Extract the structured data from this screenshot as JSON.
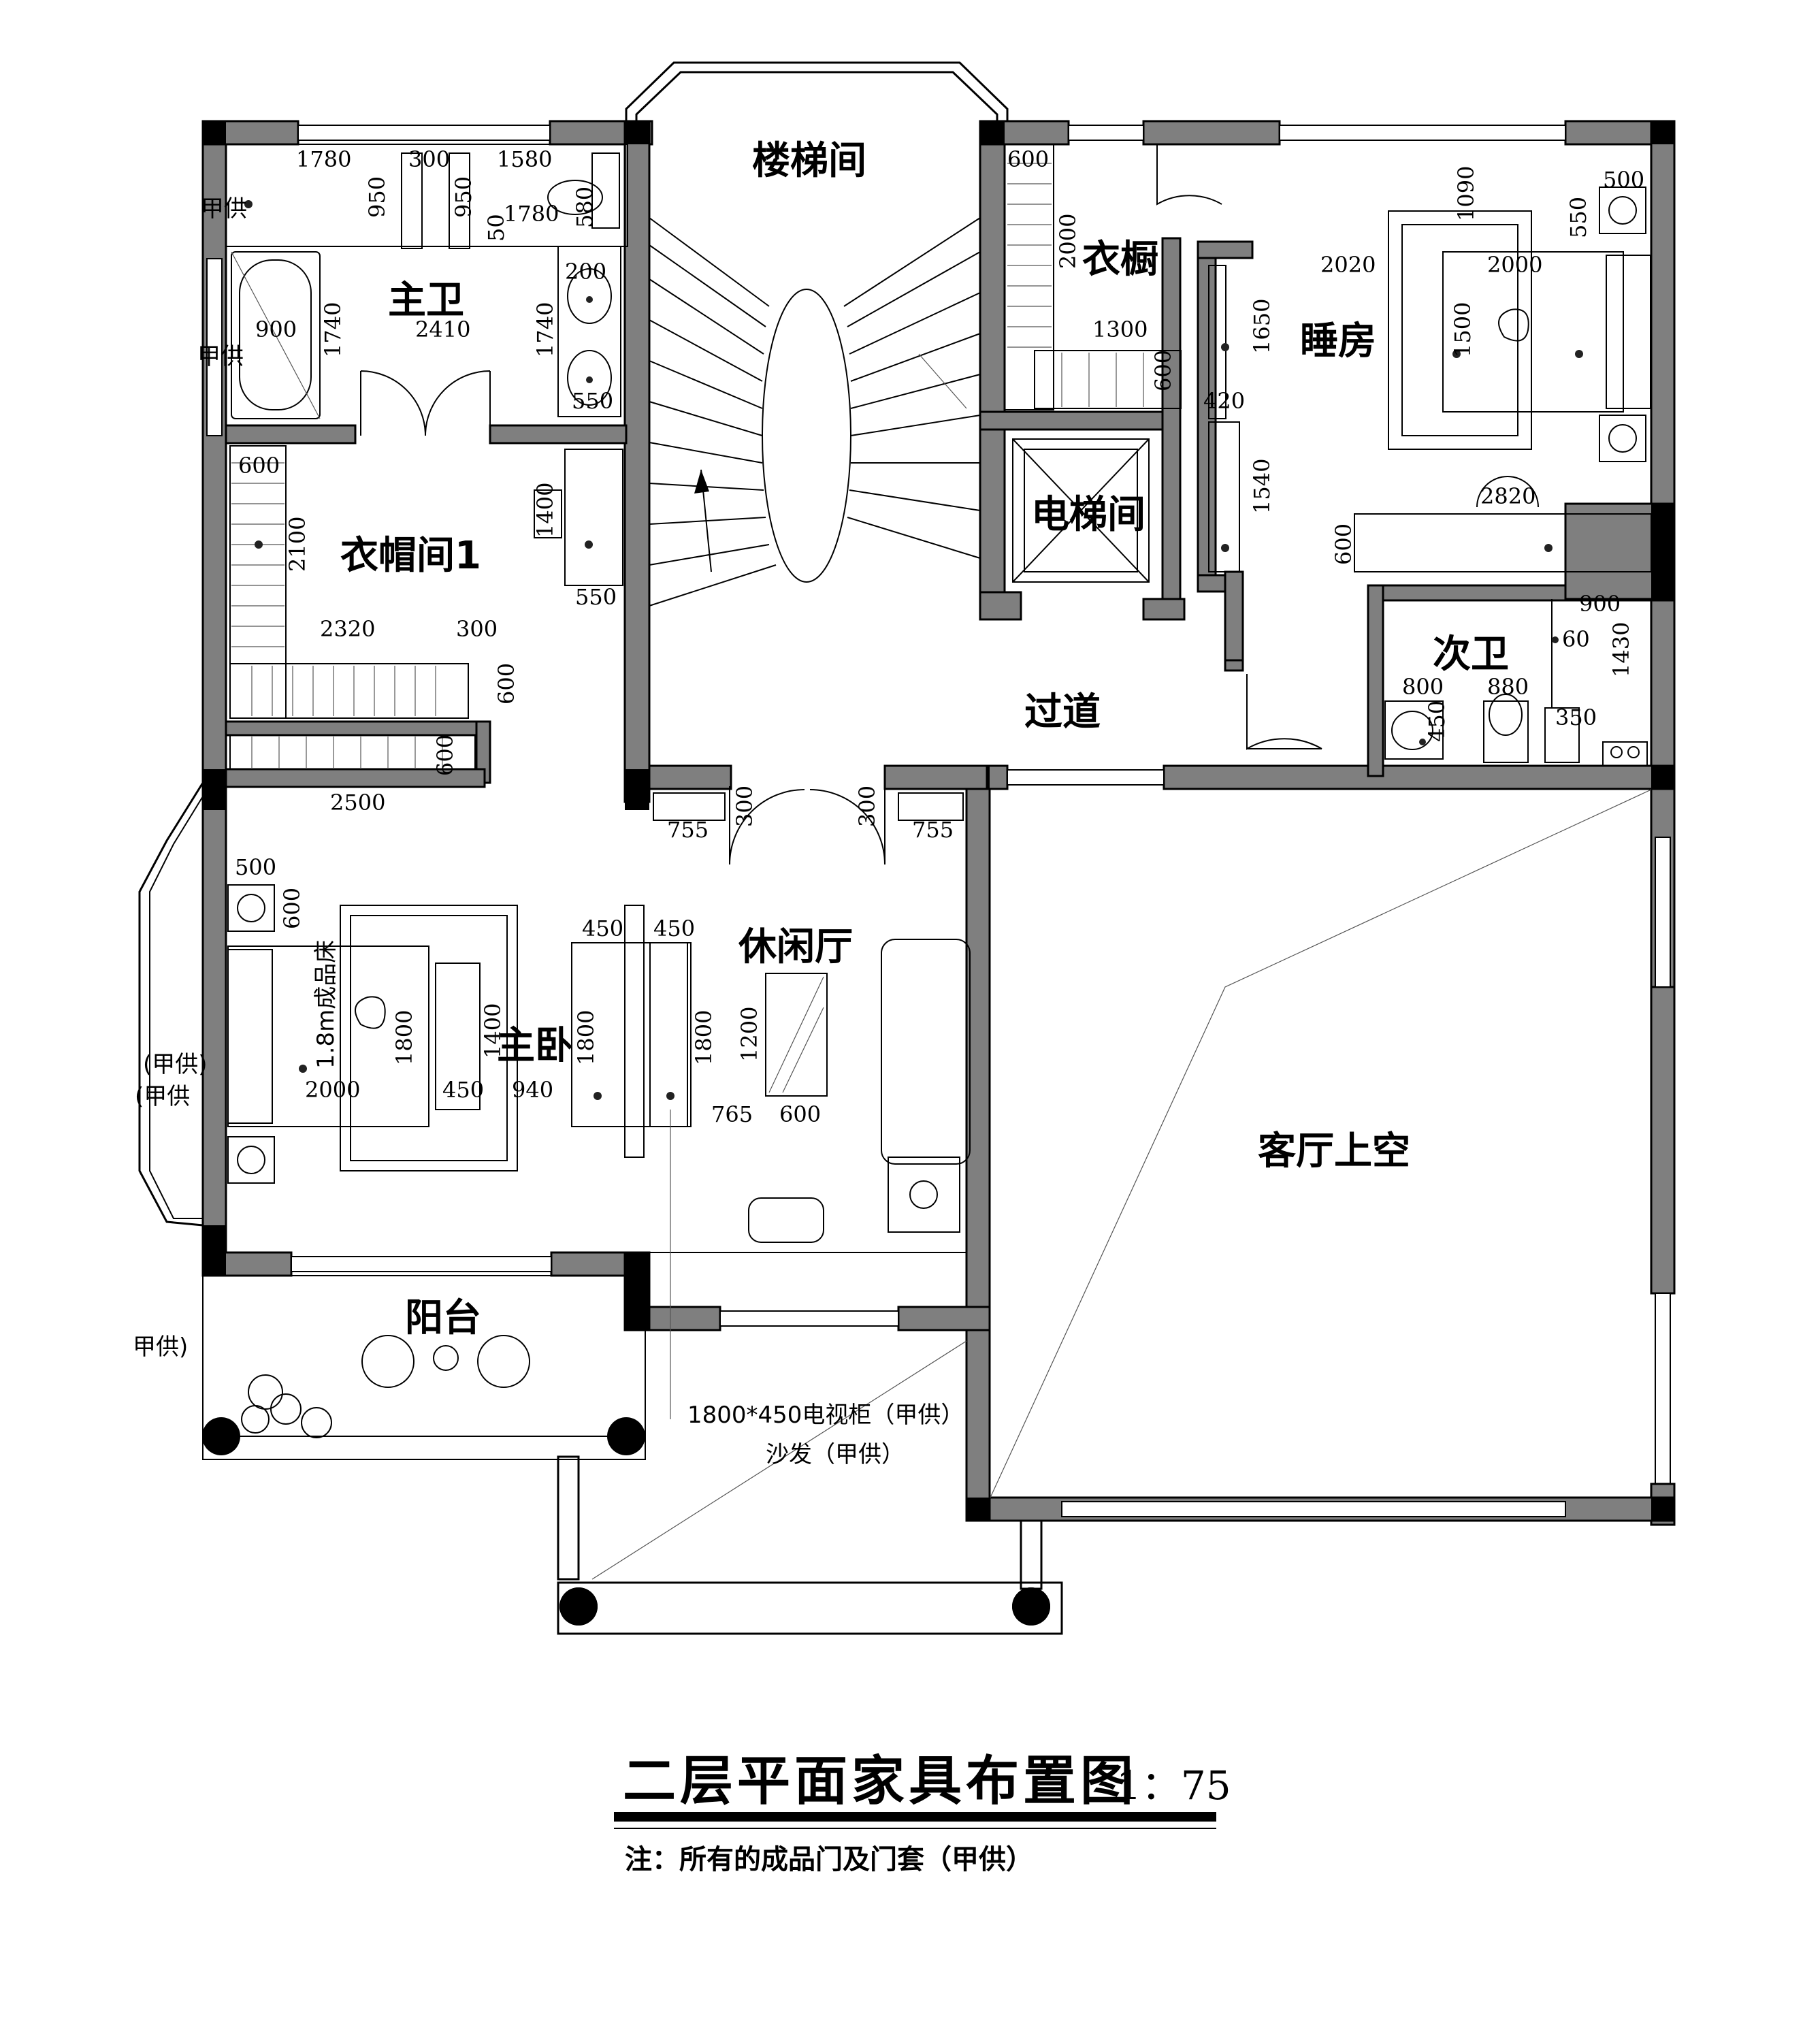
{
  "rooms": {
    "stair": "楼梯间",
    "master_bath": "主卫",
    "closet": "衣橱",
    "bedroom": "睡房",
    "cloakroom": "衣帽间1",
    "elevator": "电梯间",
    "second_bath": "次卫",
    "corridor": "过道",
    "lounge": "休闲厅",
    "master_bedroom": "主卧",
    "living_void": "客厅上空",
    "balcony": "阳台"
  },
  "dimensions": {
    "d1780a": "1780",
    "d300": "300",
    "d1580": "1580",
    "d950a": "950",
    "d950b": "950",
    "d1780b": "1780",
    "d50": "50",
    "d580": "580",
    "d900": "900",
    "d1740a": "1740",
    "d2410": "2410",
    "d1740b": "1740",
    "d200": "200",
    "d550a": "550",
    "d600a": "600",
    "d2100": "2100",
    "d1400a": "1400",
    "d550b": "550",
    "d2320": "2320",
    "d300b": "300",
    "d600b": "600",
    "d2500": "2500",
    "d300c": "300",
    "d300d": "300",
    "d755a": "755",
    "d755b": "755",
    "d500a": "500",
    "d600c": "600",
    "d450a": "450",
    "d450b": "450",
    "d1800a": "1800",
    "d1400b": "1400",
    "d1800b": "1800",
    "d1800c": "1800",
    "d1200": "1200",
    "d2000a": "2000",
    "d450c": "450",
    "d940": "940",
    "d765": "765",
    "d600d": "600",
    "d600e": "600",
    "d2000b": "2000",
    "d1300": "1300",
    "d600f": "600",
    "d1090": "1090",
    "d500b": "500",
    "d550c": "550",
    "d2020": "2020",
    "d2000c": "2000",
    "d1650": "1650",
    "d1500": "1500",
    "d420": "420",
    "d1540": "1540",
    "d2820": "2820",
    "d600g": "600",
    "d900b": "900",
    "d60": "60",
    "d1430": "1430",
    "d800": "800",
    "d880": "880",
    "d350": "350",
    "d450d": "450",
    "d600h": "600"
  },
  "labels": {
    "bed_note": "1.8m成品床",
    "supplied_a": "甲供",
    "supplied_b": "甲供",
    "supplied_c": "(甲供)",
    "supplied_d": "(甲供",
    "supplied_e": "甲供)",
    "tv_cabinet": "1800*450电视柜（甲供）",
    "sofa": "沙发（甲供）"
  },
  "title": {
    "main": "二层平面家具布置图",
    "scale": "1：75",
    "footnote": "注：所有的成品门及门套（甲供）"
  }
}
